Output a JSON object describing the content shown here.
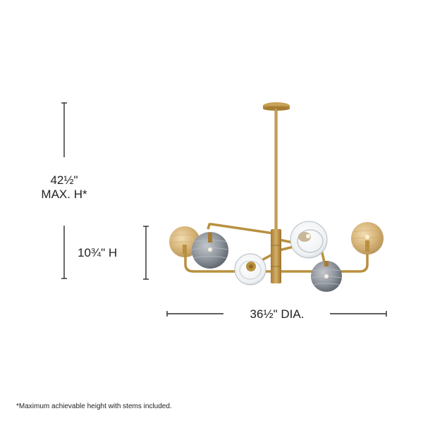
{
  "dimensions": {
    "max_height": {
      "value": "42½\"",
      "label": "MAX. H*"
    },
    "height": {
      "label": "10¾\" H"
    },
    "diameter": {
      "label": "36½\" DIA."
    }
  },
  "footnote": "*Maximum achievable height with stems included.",
  "product": {
    "type": "chandelier",
    "finish_color": "#b8903f",
    "globe_colors": {
      "amber": "#d9b77c",
      "smoke": "#8e949b",
      "clear": "#e8ecef"
    },
    "globe_count": 6
  },
  "colors": {
    "line": "#2a2a2a",
    "background": "#ffffff"
  }
}
